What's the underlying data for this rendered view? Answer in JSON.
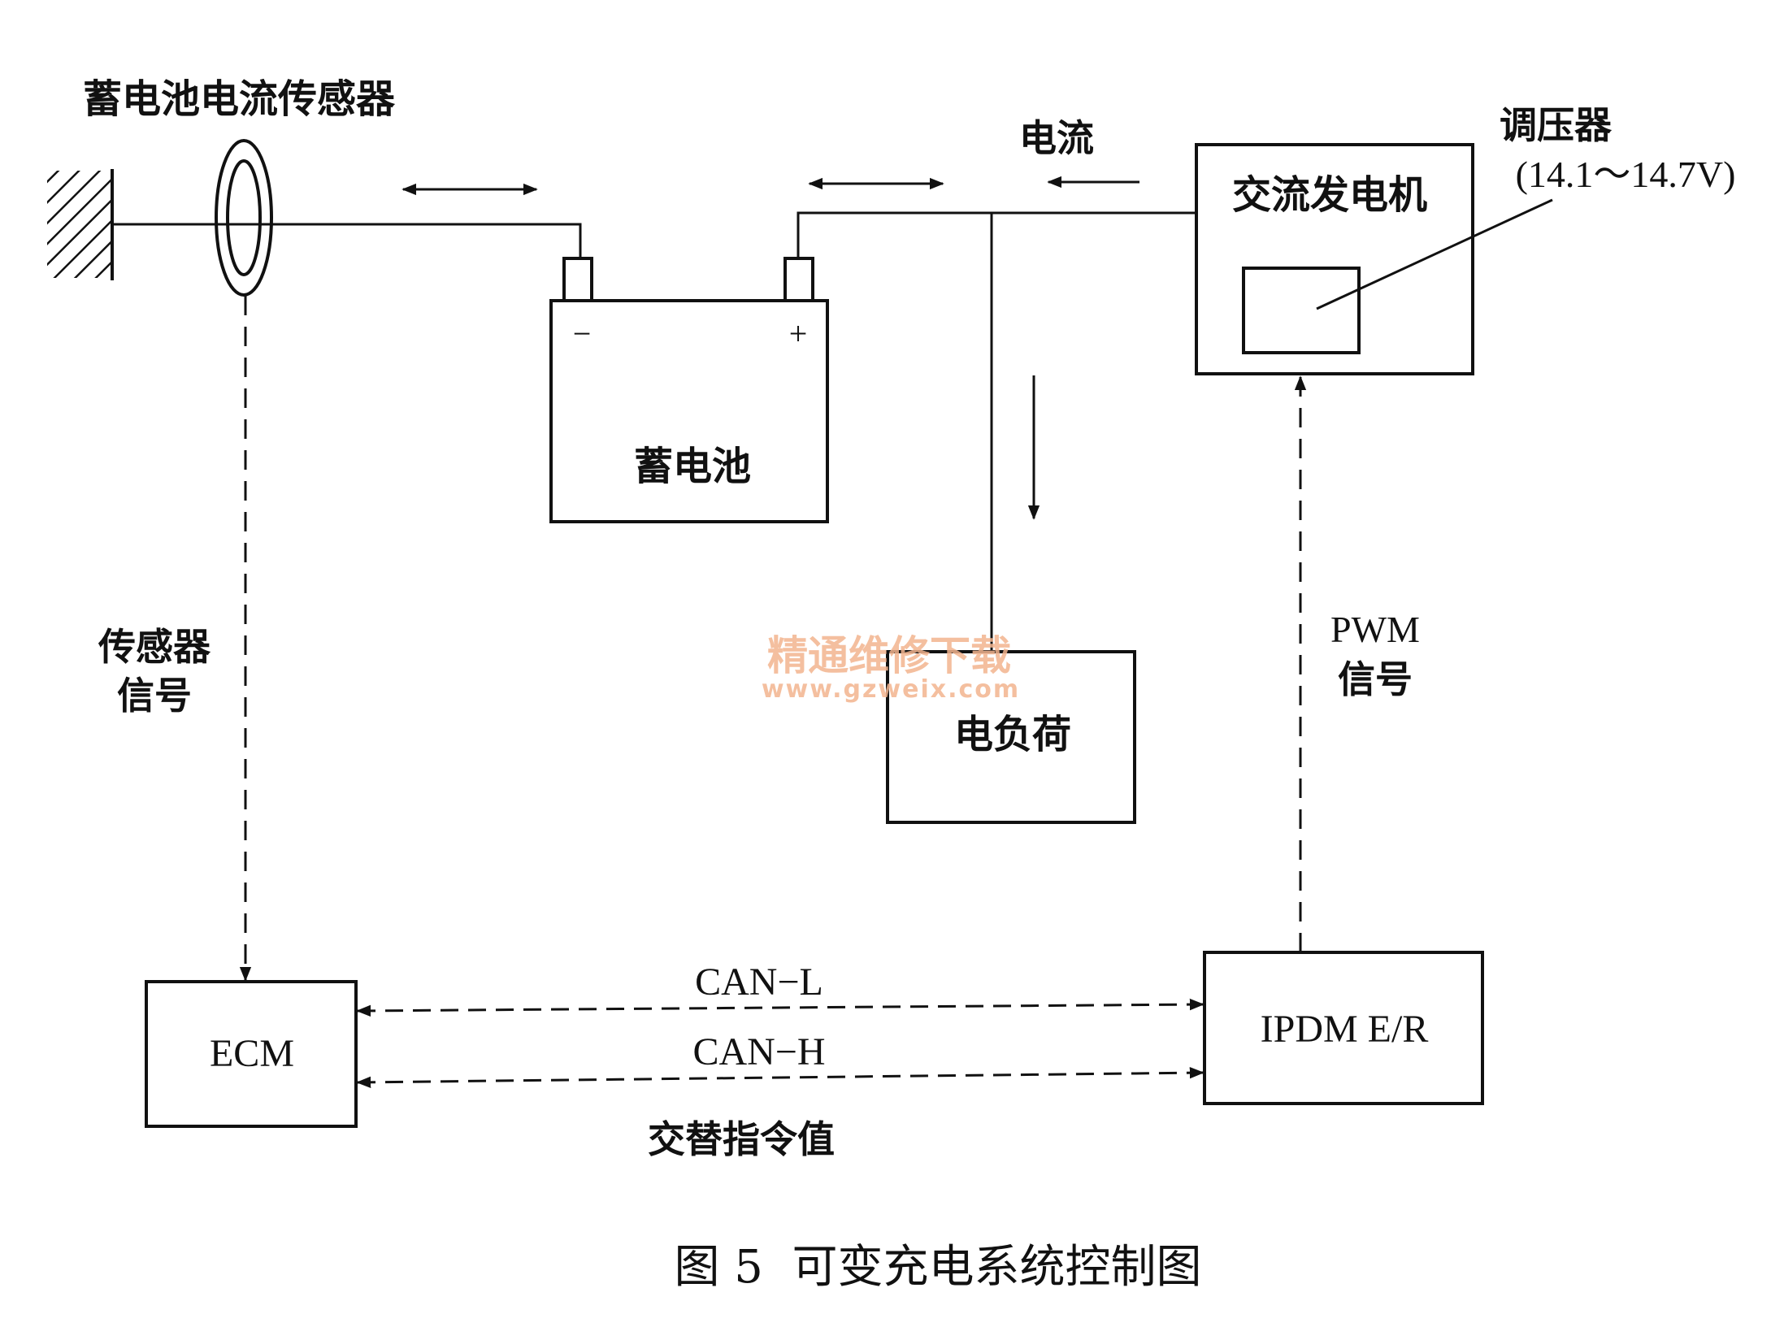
{
  "labels": {
    "sensor": "蓄电池电流传感器",
    "current": "电流",
    "alternator": "交流发电机",
    "regulator": "调压器",
    "regulator_range": "(14.1～14.7V)",
    "battery": "蓄电池",
    "battery_neg": "−",
    "battery_pos": "+",
    "sensor_signal_1": "传感器",
    "sensor_signal_2": "信号",
    "pwm_1": "PWM",
    "pwm_2": "信号",
    "load": "电负荷",
    "ecm": "ECM",
    "ipdm": "IPDM E/R",
    "can_l": "CAN−L",
    "can_h": "CAN−H",
    "alt_command": "交替指令值"
  },
  "watermark": {
    "line1": "精通维修下载",
    "line2": "www.gzweix.com"
  },
  "caption": "图 5  可变充电系统控制图",
  "colors": {
    "line": "#111111",
    "watermark": "#f3b58f"
  }
}
